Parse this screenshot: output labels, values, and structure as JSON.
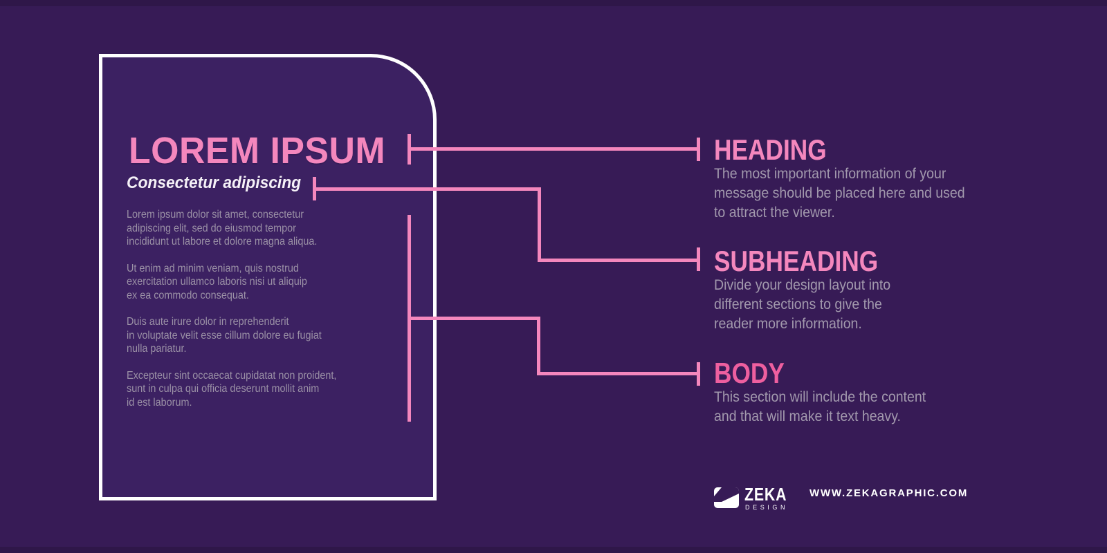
{
  "colors": {
    "background": "#371b56",
    "card_background": "#3c2162",
    "card_border": "#ffffff",
    "accent_pink": "#f487bd",
    "body_label_pink": "#ee5f9f",
    "muted_text": "#9b91a6",
    "white_text": "#ffffff"
  },
  "card": {
    "title": "LOREM IPSUM",
    "subtitle": "Consectetur adipiscing",
    "paragraphs": [
      "Lorem ipsum dolor sit amet, consectetur\nadipiscing elit, sed do eiusmod tempor\nincididunt ut labore et dolore magna aliqua.",
      "Ut enim ad minim veniam, quis nostrud\nexercitation ullamco laboris nisi ut aliquip\nex ea commodo consequat.",
      "Duis aute irure dolor in reprehenderit\nin voluptate velit esse cillum dolore eu fugiat\nnulla pariatur.",
      "Excepteur sint occaecat cupidatat non proident,\nsunt in culpa qui officia deserunt mollit anim\nid est laborum."
    ]
  },
  "annotations": [
    {
      "label": "HEADING",
      "description": "The most important information of your\nmessage should be placed here and used\nto attract the viewer."
    },
    {
      "label": "SUBHEADING",
      "description": "Divide your design layout into\ndifferent sections to give the\nreader more information."
    },
    {
      "label": "BODY",
      "description": "This section will include the content\nand that will make it text heavy."
    }
  ],
  "footer": {
    "logo_name": "ZEKA",
    "logo_subtext": "DESIGN",
    "website": "WWW.ZEKAGRAPHIC.COM"
  }
}
